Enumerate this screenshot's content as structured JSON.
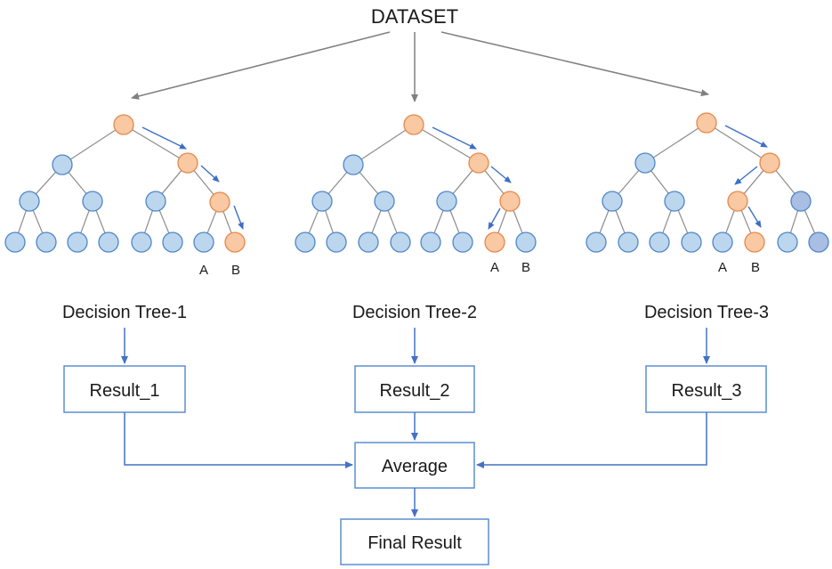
{
  "title": "DATASET",
  "trees": [
    {
      "label": "Decision Tree-1",
      "result": "Result_1",
      "leaf_a": "A",
      "leaf_b": "B"
    },
    {
      "label": "Decision Tree-2",
      "result": "Result_2",
      "leaf_a": "A",
      "leaf_b": "B"
    },
    {
      "label": "Decision Tree-3",
      "result": "Result_3",
      "leaf_a": "A",
      "leaf_b": "B"
    }
  ],
  "average": "Average",
  "final": "Final Result",
  "colors": {
    "node_blue_fill": "#bcd6ee",
    "node_blue_stroke": "#4f86c6",
    "node_dark_fill": "#a9bee3",
    "node_orange_fill": "#f8c9a3",
    "node_orange_stroke": "#e8874a",
    "path_arrow": "#3c6fc4",
    "edge": "#8c8c8c",
    "box_stroke": "#5b8fd1",
    "connector": "#4472c4"
  }
}
